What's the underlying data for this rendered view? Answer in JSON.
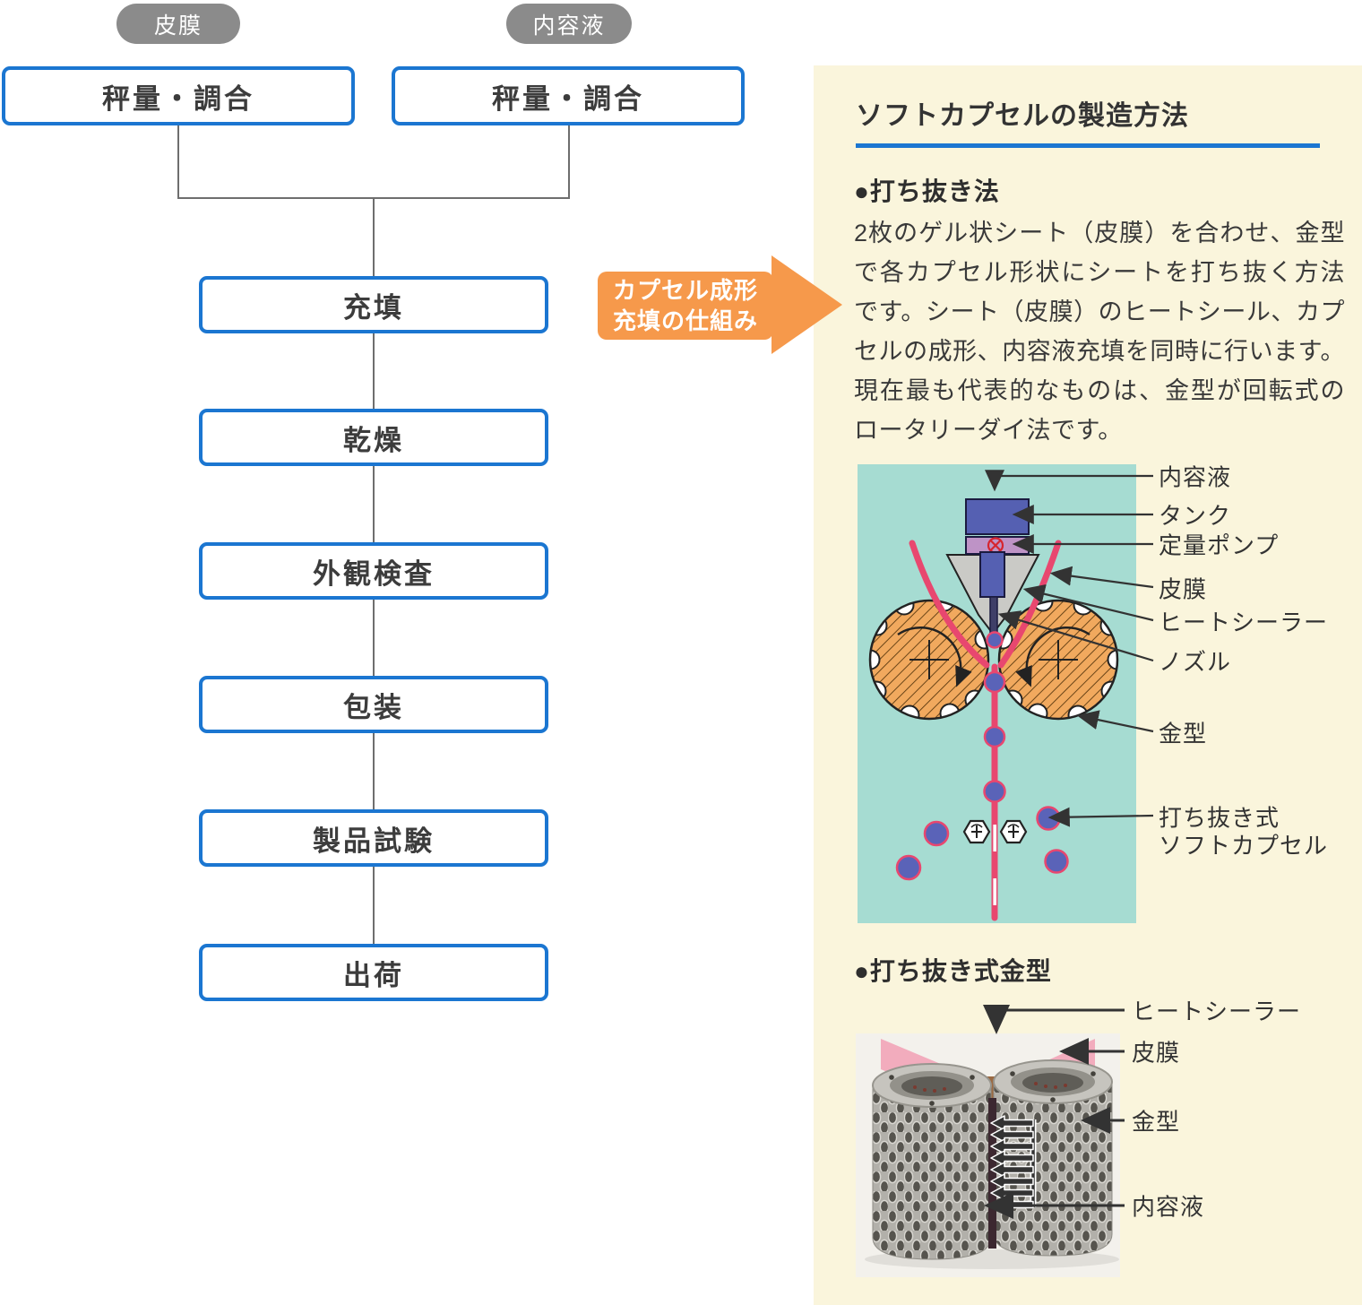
{
  "flowchart": {
    "pills": [
      {
        "label": "皮膜"
      },
      {
        "label": "内容液"
      }
    ],
    "top_boxes": [
      {
        "label": "秤量・調合"
      },
      {
        "label": "秤量・調合"
      }
    ],
    "steps": [
      {
        "label": "充填"
      },
      {
        "label": "乾燥"
      },
      {
        "label": "外観検査"
      },
      {
        "label": "包装"
      },
      {
        "label": "製品試験"
      },
      {
        "label": "出荷"
      }
    ],
    "callout": {
      "line1": "カプセル成形",
      "line2": "充填の仕組み"
    }
  },
  "panel": {
    "title": "ソフトカプセルの製造方法",
    "method": {
      "heading": "●打ち抜き法",
      "body": "2枚のゲル状シート（皮膜）を合わせ、金型で各カプセル形状にシートを打ち抜く方法です。シート（皮膜）のヒートシール、カプセルの成形、内容液充填を同時に行います。現在最も代表的なものは、金型が回転式のロータリーダイ法です。"
    },
    "rotary_diagram_labels": {
      "content_liquid": "内容液",
      "tank": "タンク",
      "metering_pump": "定量ポンプ",
      "film": "皮膜",
      "heat_sealer": "ヒートシーラー",
      "nozzle": "ノズル",
      "die": "金型",
      "punched_capsule_line1": "打ち抜き式",
      "punched_capsule_line2": "ソフトカプセル"
    },
    "die_photo_section": {
      "heading": "●打ち抜き式金型",
      "labels": {
        "heat_sealer": "ヒートシーラー",
        "film": "皮膜",
        "die": "金型",
        "content_liquid": "内容液"
      }
    }
  },
  "icons": {
    "callout_arrow": "right-block-arrow",
    "leader_arrowhead": "solid-triangle-arrow",
    "rotation_arrows": "circular-rotation-arrow",
    "pump_symbol": "circle-cross-valve"
  },
  "colors": {
    "accent_blue": "#1b76d1",
    "panel_cream": "#faf5dc",
    "arrow_orange": "#f6994b",
    "diagram_teal": "#a6dcd2",
    "film_pink": "#e8476f",
    "capsule_blue": "#5a63b8",
    "die_orange": "#f1a95e",
    "pill_gray": "#8b8b8b",
    "tank_blue": "#5560b2",
    "pump_pink": "#be93c6",
    "sealer_gray": "#cacac6"
  }
}
